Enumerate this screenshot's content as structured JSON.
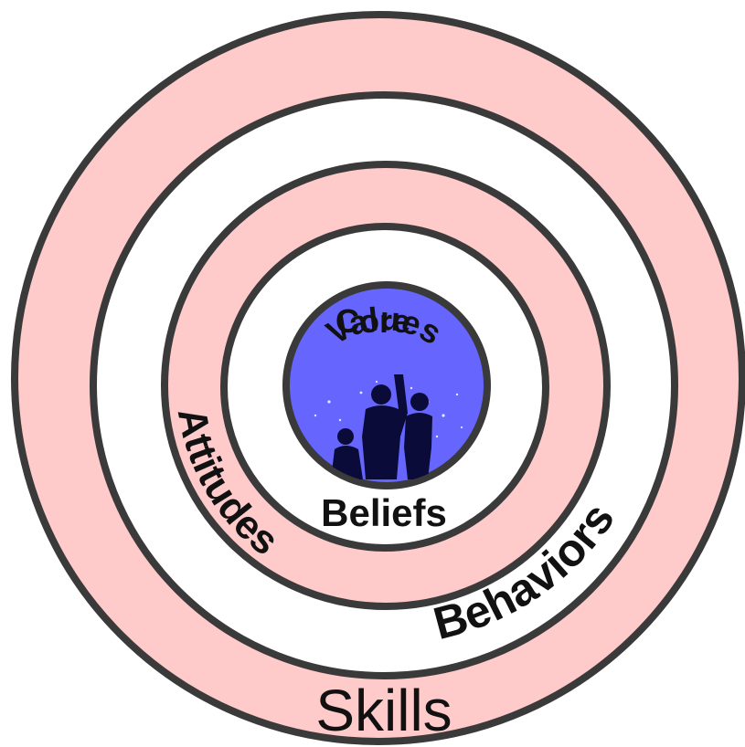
{
  "diagram": {
    "rings": [
      {
        "label": "Skills",
        "fill": "#fecaca"
      },
      {
        "label": "Behaviors",
        "fill": "#ffffff"
      },
      {
        "label": "Attitudes",
        "fill": "#fecaca"
      },
      {
        "label": "Beliefs",
        "fill": "#ffffff"
      }
    ],
    "core": {
      "line1": "Core",
      "line2": "Values",
      "fill": "#6666ff",
      "figures_color": "#0b0b3a"
    },
    "stroke": "#3a3a3a"
  }
}
